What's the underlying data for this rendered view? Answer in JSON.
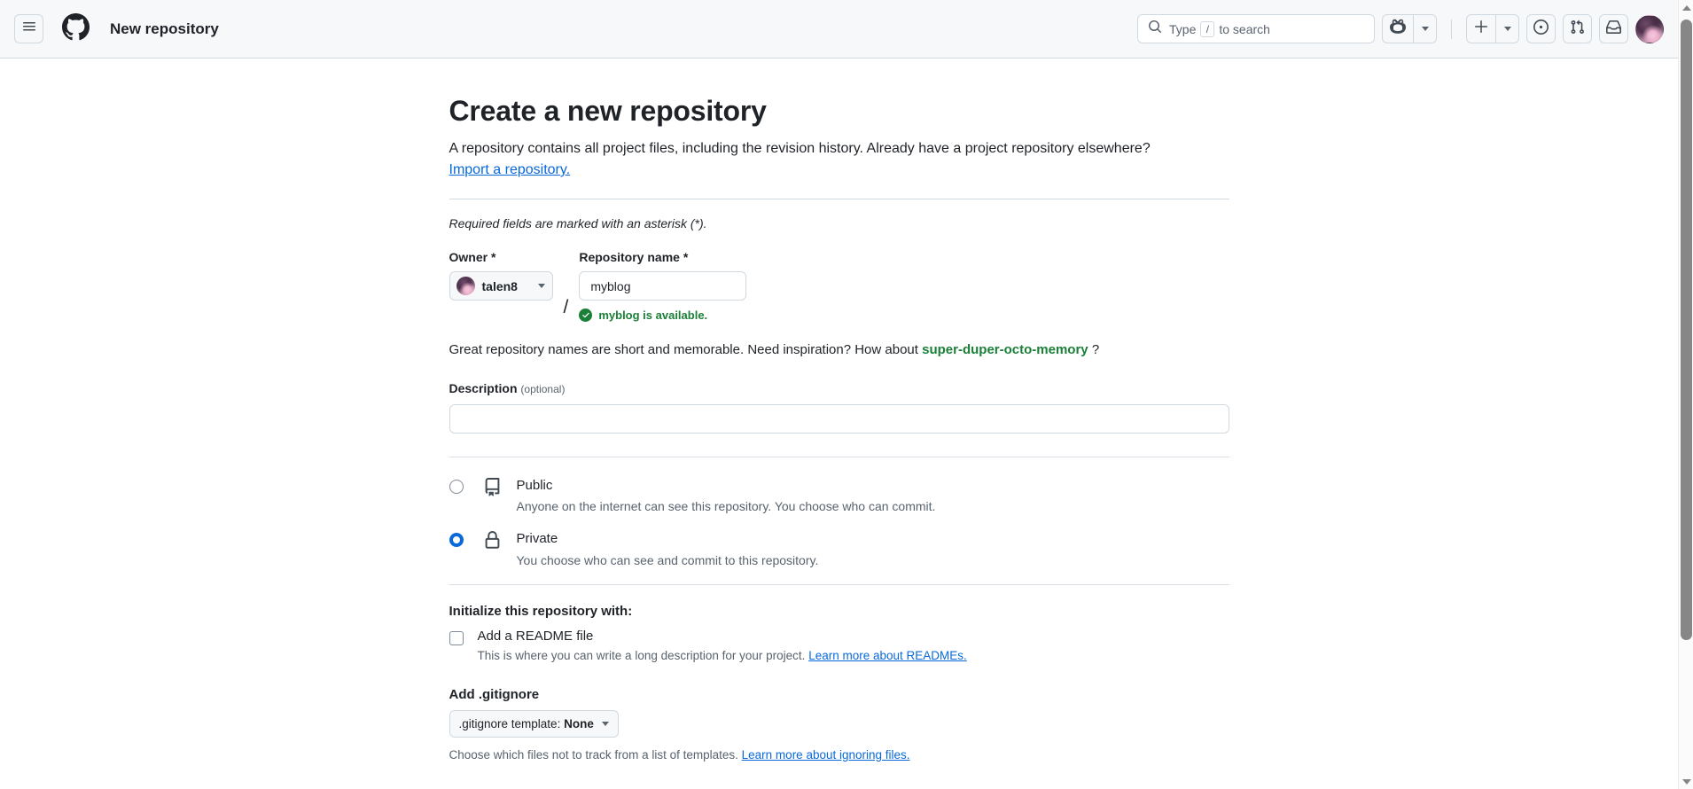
{
  "header": {
    "menu_icon": "hamburger-menu-icon",
    "logo_icon": "github-logo-icon",
    "title": "New repository",
    "search": {
      "icon": "search-icon",
      "placeholder_prefix": "Type",
      "placeholder_key": "/",
      "placeholder_suffix": "to search"
    },
    "copilot": {
      "icon": "copilot-icon",
      "caret": "chevron-down-icon"
    },
    "create_new": {
      "icon": "plus-icon",
      "caret": "chevron-down-icon"
    },
    "issues": {
      "icon": "issue-opened-icon"
    },
    "pull_requests": {
      "icon": "git-pull-request-icon"
    },
    "notifications": {
      "icon": "inbox-icon"
    },
    "avatar": {
      "icon": "user-avatar",
      "alt": "talen8"
    }
  },
  "main": {
    "title": "Create a new repository",
    "lede": "A repository contains all project files, including the revision history. Already have a project repository elsewhere?",
    "import_link": "Import a repository.",
    "required_note": "Required fields are marked with an asterisk (*).",
    "owner": {
      "label": "Owner *",
      "name": "talen8",
      "caret": "chevron-down-icon"
    },
    "separator": "/",
    "repo_name": {
      "label": "Repository name *",
      "value": "myblog",
      "availability": "myblog is available.",
      "availability_icon": "check-circle-icon",
      "availability_color": "#1a7f37"
    },
    "name_hint": {
      "prefix": "Great repository names are short and memorable. Need inspiration? How about",
      "suggestion": "super-duper-octo-memory",
      "suffix": "?"
    },
    "description": {
      "label": "Description",
      "optional": "(optional)",
      "value": "",
      "placeholder": ""
    },
    "visibility": [
      {
        "id": "public",
        "icon": "repo-icon",
        "title": "Public",
        "description": "Anyone on the internet can see this repository. You choose who can commit.",
        "selected": false
      },
      {
        "id": "private",
        "icon": "lock-icon",
        "title": "Private",
        "description": "You choose who can see and commit to this repository.",
        "selected": true
      }
    ],
    "initialize": {
      "heading": "Initialize this repository with:",
      "readme": {
        "label": "Add a README file",
        "checked": false,
        "sub_prefix": "This is where you can write a long description for your project.",
        "sub_link": "Learn more about READMEs."
      }
    },
    "gitignore": {
      "heading": "Add .gitignore",
      "select_prefix": ".gitignore template:",
      "select_value": "None",
      "caret": "chevron-down-icon",
      "sub_prefix": "Choose which files not to track from a list of templates.",
      "sub_link": "Learn more about ignoring files."
    }
  },
  "scrollbar": {
    "up_arrow": "triangle-up-icon",
    "down_arrow": "triangle-down-icon"
  },
  "colors": {
    "accent": "#0969da",
    "success": "#1a7f37",
    "header_bg": "#f6f8fa",
    "border": "#d1d9e0",
    "text": "#1f2328",
    "muted": "#59636e"
  }
}
